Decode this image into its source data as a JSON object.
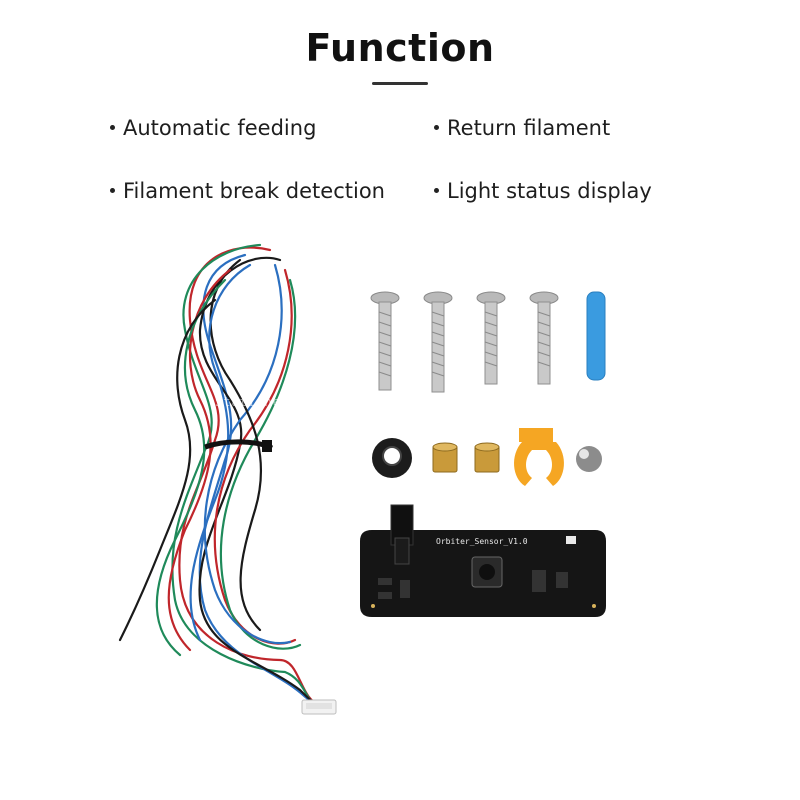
{
  "heading": {
    "title": "Function"
  },
  "features": [
    {
      "label": "Automatic feeding"
    },
    {
      "label": "Return filament"
    },
    {
      "label": "Filament break detection"
    },
    {
      "label": "Light status display"
    }
  ],
  "watermark": "Stationery And Computer Accessories Z Store",
  "pcb": {
    "silkscreen": "Orbiter_Sensor_V1.0"
  },
  "colors": {
    "wire_red": "#c0262b",
    "wire_green": "#1f8a5a",
    "wire_blue": "#2b6fc0",
    "wire_black": "#1a1a1a",
    "pcb": "#151515",
    "clip": "#f5a623",
    "tube": "#3a9be0"
  }
}
